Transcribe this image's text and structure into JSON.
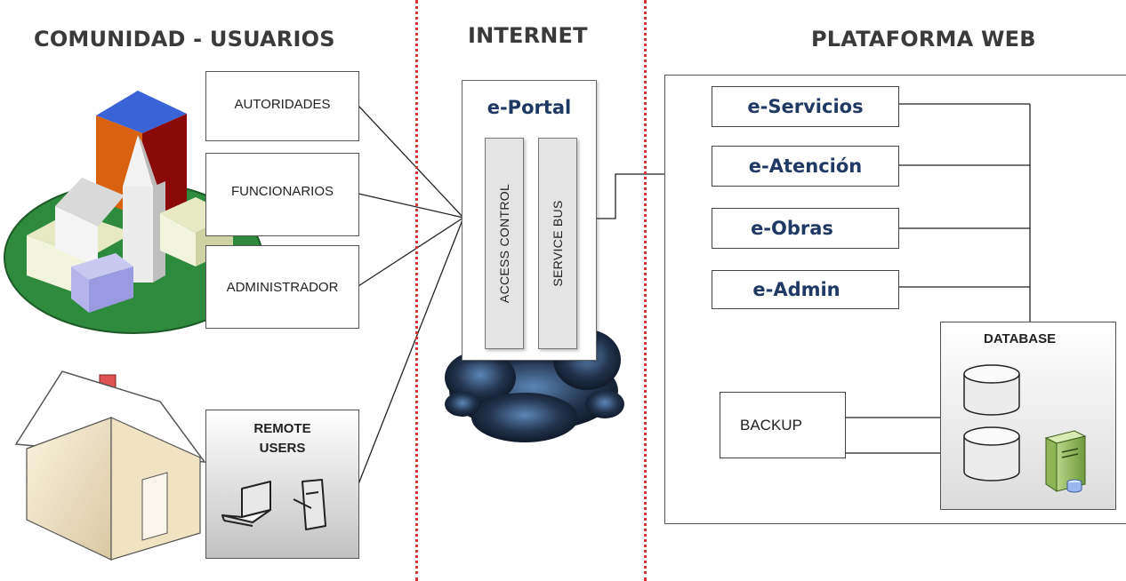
{
  "sections": {
    "community": "COMUNIDAD - USUARIOS",
    "internet": "INTERNET",
    "platform": "PLATAFORMA WEB"
  },
  "roles": [
    "AUTORIDADES",
    "FUNCIONARIOS",
    "ADMINISTRADOR"
  ],
  "remote_users": {
    "line1": "REMOTE",
    "line2": "USERS"
  },
  "portal": {
    "title": "e-Portal",
    "access_control": "ACCESS CONTROL",
    "service_bus": "SERVICE BUS"
  },
  "services": [
    "e-Servicios",
    "e-Atención",
    "e-Obras",
    "e-Admin"
  ],
  "database": {
    "title": "DATABASE"
  },
  "backup": "BACKUP",
  "icons": [
    "church-building-icon",
    "house-icon",
    "laptop-icon",
    "tablet-icon",
    "cloud-icon",
    "database-cylinder-icon",
    "server-icon"
  ],
  "colors": {
    "divider": "#d9333a",
    "service_text": "#1f3864",
    "title_text": "#3a3a3a"
  }
}
